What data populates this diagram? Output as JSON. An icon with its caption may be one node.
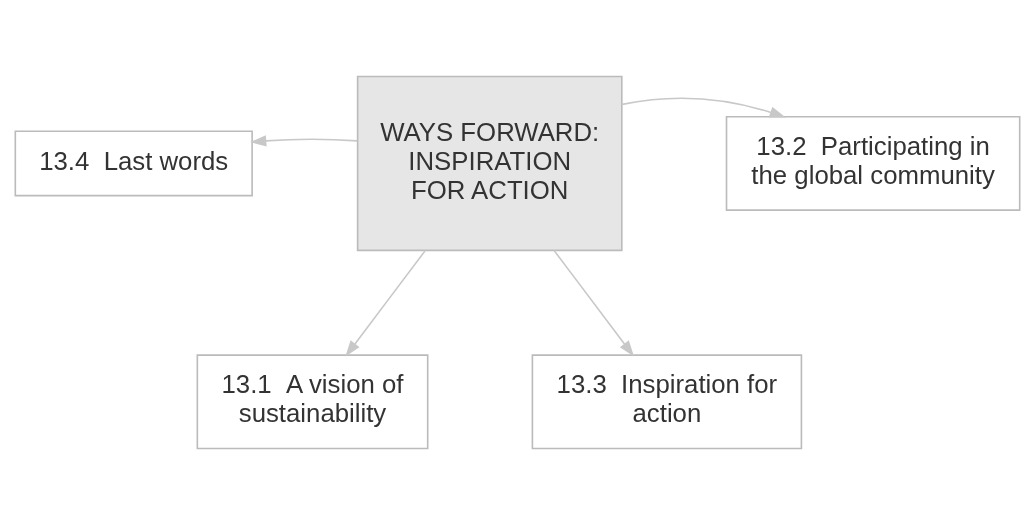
{
  "diagram": {
    "nodes": [
      {
        "text": [
          "13.1  A vision of sustainability"
        ]
      },
      {
        "text": [
          "13.4  Last words"
        ]
      },
      {
        "text": [
          "WAYS FORWARD: INSPIRATION FOR ACTION"
        ]
      },
      {
        "text": [
          "13.2  Participating in the global community"
        ]
      },
      {
        "text": [
          "13.3  Inspiration for action"
        ]
      }
    ],
    "edges": [
      {
        "from": 2,
        "to": 0,
        "arrow": "to"
      },
      {
        "from": 2,
        "to": 3,
        "arrow": "to"
      },
      {
        "from": 2,
        "to": 4,
        "arrow": "to"
      },
      {
        "from": 2,
        "to": 1,
        "arrow": "to"
      }
    ]
  }
}
